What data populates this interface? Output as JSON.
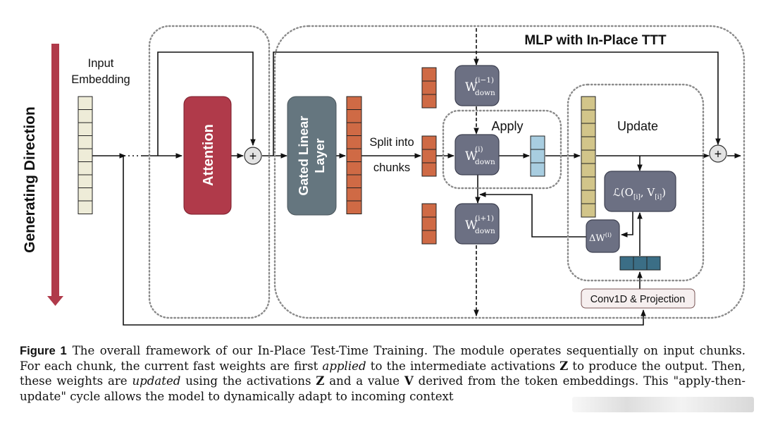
{
  "diagram": {
    "generating_direction": "Generating Direction",
    "input_embedding": [
      "Input",
      "Embedding"
    ],
    "attention": "Attention",
    "gated_linear_layer": [
      "Gated Linear",
      "Layer"
    ],
    "split_into_chunks": [
      "Split into",
      "chunks"
    ],
    "mlp_title": "MLP with In-Place TTT",
    "apply": "Apply",
    "update": "Update",
    "w_prev": {
      "base": "W",
      "sup": "(i−1)",
      "sub": "down"
    },
    "w_curr": {
      "base": "W",
      "sup": "(i)",
      "sub": "down"
    },
    "w_next": {
      "base": "W",
      "sup": "(i+1)",
      "sub": "down"
    },
    "loss": {
      "prefix": "ℒ(O",
      "sub1": "[i]",
      "mid": ", V",
      "sub2": "[i]",
      "suffix": ")"
    },
    "delta_w": {
      "base": "ΔW",
      "sup": "(i)"
    },
    "conv1d": "Conv1D & Projection",
    "plus_symbol": "+",
    "colors": {
      "attention": "#b03a4a",
      "arrow": "#b03a4a",
      "gated_linear": "#65767f",
      "weight_box": "#6c7083",
      "orange_cell": "#cf6a45",
      "embedding_cell": "#eeecd8",
      "output_cell": "#a8cde0",
      "update_cell": "#d2c58a",
      "proj_cell": "#3b6e86",
      "conv_box": "#f6efef"
    }
  },
  "caption": {
    "label": "Figure 1",
    "t1": "The overall framework of our In-Place Test-Time Training. The module operates sequentially on input chunks. For each chunk, the current fast weights are first ",
    "em1": "applied",
    "t2": " to the intermediate activations ",
    "z1": "Z",
    "t3": " to produce the output. Then, these weights are ",
    "em2": "updated",
    "t4": " using the activations ",
    "z2": "Z",
    "t5": " and a value ",
    "v": "V",
    "t6": " derived from the token embeddings. This \"apply-then-update\" cycle allows the model to dynamically adapt to incoming context"
  }
}
